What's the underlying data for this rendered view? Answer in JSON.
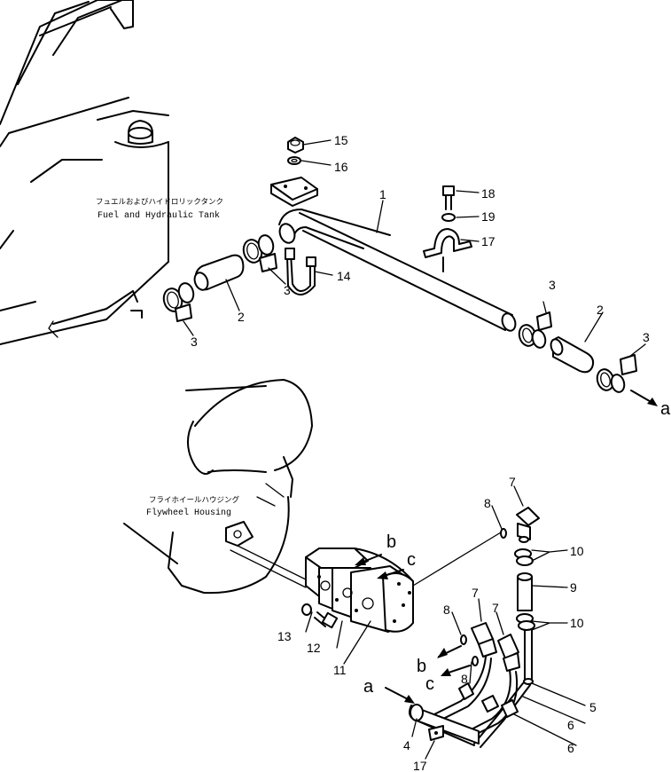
{
  "tank_label": {
    "jp": "フュエルおよびハイドロリックタンク",
    "en": "Fuel and Hydraulic Tank"
  },
  "flywheel_label": {
    "jp": "フライホイールハウジング",
    "en": "Flywheel Housing"
  },
  "callouts": {
    "p15": "15",
    "p16": "16",
    "p18": "18",
    "p19": "19",
    "p17_top": "17",
    "p1": "1",
    "p14": "14",
    "p3_a": "3",
    "p3_b": "3",
    "p3_c": "3",
    "p3_d": "3",
    "p2_a": "2",
    "p2_b": "2",
    "p7_a": "7",
    "p7_b": "7",
    "p7_c": "7",
    "p8_a": "8",
    "p8_b": "8",
    "p8_c": "8",
    "p10_a": "10",
    "p10_b": "10",
    "p9": "9",
    "p13": "13",
    "p12": "12",
    "p11": "11",
    "p5": "5",
    "p6_a": "6",
    "p6_b": "6",
    "p4": "4",
    "p17_bottom": "17"
  },
  "connection_letters": {
    "a_right": "a",
    "a_left": "a",
    "b_pump": "b",
    "c_pump": "c",
    "b_line": "b",
    "c_line": "c"
  }
}
